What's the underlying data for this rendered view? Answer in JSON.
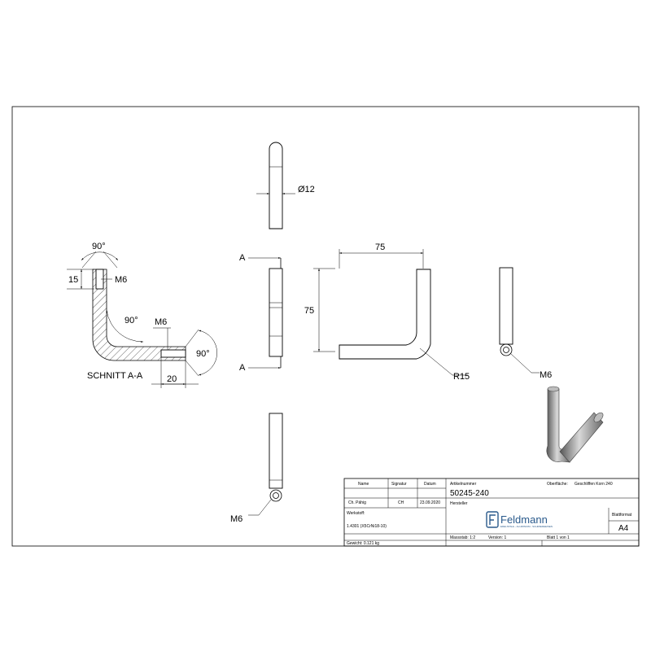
{
  "dimensions": {
    "top_diameter": "Ø12",
    "width": "75",
    "height": "75",
    "radius": "R15",
    "thread_front": "M6",
    "thread_bottom": "M6",
    "section_angle_top": "90°",
    "section_depth": "15",
    "section_thread_top": "M6",
    "section_angle_bend": "90°",
    "section_thread_side": "M6",
    "section_angle_right": "90°",
    "section_length": "20"
  },
  "section_marks": {
    "top": "A",
    "bottom": "A"
  },
  "section_label": "SCHNITT A-A",
  "title_block": {
    "col_name": "Name",
    "col_signature": "Signatur",
    "col_date": "Datum",
    "name": "Ch. Pähig",
    "signature": "CH",
    "date": "23.09.2020",
    "article_label": "Artikelnummer",
    "article_number": "50245-240",
    "surface_label": "Oberfläche:",
    "surface_value": "Geschliffen Korn 240",
    "manufacturer_label": "Hersteller",
    "material_label": "Werkstoff:",
    "material_value": "1.4301 (X5CrNi18-10)",
    "weight": "Gewicht: 0.121 kg",
    "scale": "Massstab: 1:2",
    "version": "Version: 1",
    "sheet": "Blatt 1 von 1",
    "format_label": "Blattformat",
    "format_value": "A4",
    "company": "Feldmann",
    "company_sub": "EDELSTAHL - ALUMINIUM - SCHMIEDEEISEN"
  },
  "colors": {
    "logo": "#2a5a8c",
    "line": "#000000"
  }
}
